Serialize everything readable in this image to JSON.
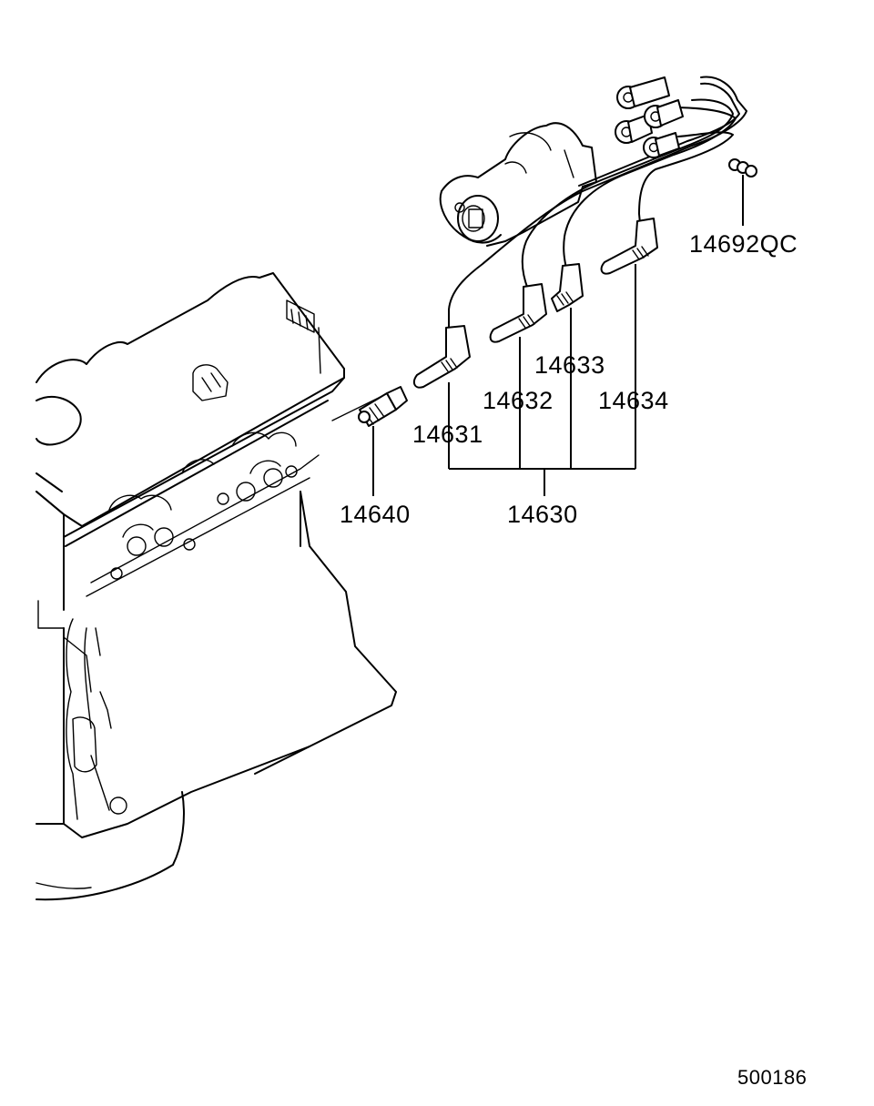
{
  "diagram": {
    "drawing_id": "500186",
    "callouts": [
      {
        "id": "14692qc",
        "label": "14692QC"
      },
      {
        "id": "14633",
        "label": "14633"
      },
      {
        "id": "14632",
        "label": "14632"
      },
      {
        "id": "14634",
        "label": "14634"
      },
      {
        "id": "14631",
        "label": "14631"
      },
      {
        "id": "14640",
        "label": "14640"
      },
      {
        "id": "14630",
        "label": "14630"
      }
    ]
  }
}
